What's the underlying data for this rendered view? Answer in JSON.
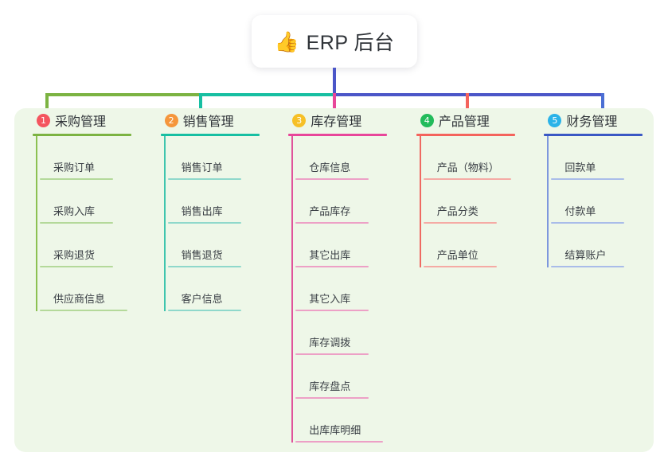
{
  "root": {
    "icon": "thumbs-up-icon",
    "emoji": "👍",
    "title": "ERP 后台"
  },
  "panel": {
    "background": "#eef7e8"
  },
  "connector_colors": {
    "trunk": "#4b56c8",
    "bar_left": "#7cb342",
    "bar_mid": "#17bfa2",
    "bar_right": "#4b56c8",
    "drop_1": "#7cb342",
    "drop_2": "#17bfa2",
    "drop_3": "#e8469a",
    "drop_4": "#f4635c",
    "drop_5": "#4b6fd4"
  },
  "columns": [
    {
      "number": "1",
      "title": "采购管理",
      "badge_color": "#f4555f",
      "rule_color": "#7cb342",
      "spine_color": "#8cc152",
      "leaf_rule_color": "#b4d99a",
      "items": [
        {
          "label": "采购订单"
        },
        {
          "label": "采购入库"
        },
        {
          "label": "采购退货"
        },
        {
          "label": "供应商信息",
          "wide": true
        }
      ]
    },
    {
      "number": "2",
      "title": "销售管理",
      "badge_color": "#f5963c",
      "rule_color": "#17bfa2",
      "spine_color": "#3fc5ae",
      "leaf_rule_color": "#8fd8cb",
      "items": [
        {
          "label": "销售订单"
        },
        {
          "label": "销售出库"
        },
        {
          "label": "销售退货"
        },
        {
          "label": "客户信息"
        }
      ]
    },
    {
      "number": "3",
      "title": "库存管理",
      "badge_color": "#f6c026",
      "rule_color": "#e8469a",
      "spine_color": "#e0539b",
      "leaf_rule_color": "#eda0c6",
      "items": [
        {
          "label": "仓库信息"
        },
        {
          "label": "产品库存"
        },
        {
          "label": "其它出库"
        },
        {
          "label": "其它入库"
        },
        {
          "label": "库存调拨"
        },
        {
          "label": "库存盘点"
        },
        {
          "label": "出库库明细",
          "wide": true
        }
      ]
    },
    {
      "number": "4",
      "title": "产品管理",
      "badge_color": "#22bb5b",
      "rule_color": "#f4635c",
      "spine_color": "#ef6a62",
      "leaf_rule_color": "#f5aaa4",
      "items": [
        {
          "label": "产品（物料）",
          "wide": true
        },
        {
          "label": "产品分类"
        },
        {
          "label": "产品单位"
        }
      ]
    },
    {
      "number": "5",
      "title": "财务管理",
      "badge_color": "#2bb3e8",
      "rule_color": "#3a58c4",
      "spine_color": "#7d97dd",
      "leaf_rule_color": "#a9bce9",
      "items": [
        {
          "label": "回款单"
        },
        {
          "label": "付款单"
        },
        {
          "label": "结算账户"
        }
      ]
    }
  ]
}
